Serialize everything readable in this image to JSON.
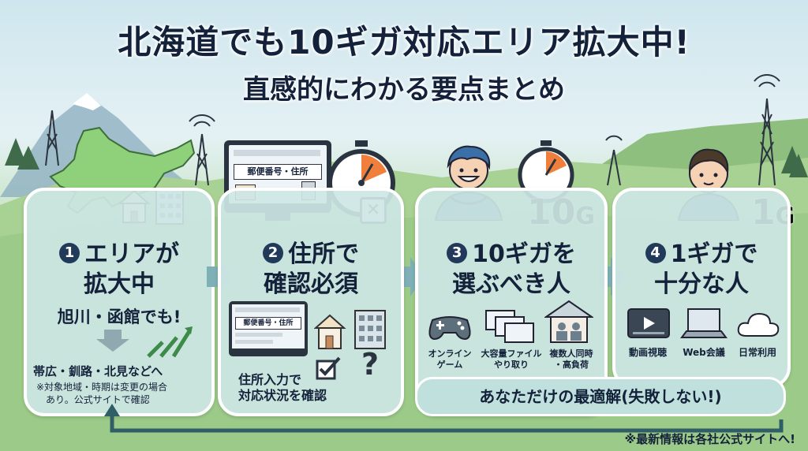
{
  "header": {
    "title": "北海道でも10ギガ対応エリア拡大中!",
    "subtitle": "直感的にわかる要点まとめ"
  },
  "step1": {
    "number": "1",
    "title_line1": "エリアが",
    "title_line2": "拡大中",
    "highlight": "旭川・函館でも!",
    "next_areas": "帯広・釧路・北見などへ",
    "note_line1": "※対象地域・時期は変更の場合",
    "note_line2": "あり。公式サイトで確認"
  },
  "step2": {
    "number": "2",
    "title_line1": "住所で",
    "title_line2": "確認必須",
    "screen_label": "郵便番号・住所",
    "screen_label_small": "郵便番号・住所",
    "caption_line1": "住所入力で",
    "caption_line2": "対応状況を確認",
    "question_mark": "?"
  },
  "step3": {
    "number": "3",
    "title_line1": "10ギガを",
    "title_line2": "選ぶべき人",
    "speed_num": "10",
    "speed_unit": "G",
    "uses": [
      {
        "line1": "オンライン",
        "line2": "ゲーム",
        "icon": "gamepad-icon"
      },
      {
        "line1": "大容量ファイル",
        "line2": "やり取り",
        "icon": "monitors-icon"
      },
      {
        "line1": "複数人同時",
        "line2": "・高負荷",
        "icon": "family-house-icon"
      }
    ]
  },
  "step4": {
    "number": "4",
    "title_line1": "1ギガで",
    "title_line2": "十分な人",
    "speed_num": "1",
    "speed_unit": "G",
    "uses": [
      {
        "line1": "動画視聴",
        "icon": "video-icon"
      },
      {
        "line1": "Web会議",
        "icon": "laptop-icon"
      },
      {
        "line1": "日常利用",
        "icon": "cloud-icon"
      }
    ]
  },
  "banner": "あなただけの最適解(失敗しない!)",
  "footer": "※最新情報は各社公式サイトへ!",
  "colors": {
    "panel": "#cde6e4",
    "navy": "#14213a",
    "accent": "#223a5a",
    "arrow": "#7fb0b5",
    "orange": "#f07f3c"
  }
}
